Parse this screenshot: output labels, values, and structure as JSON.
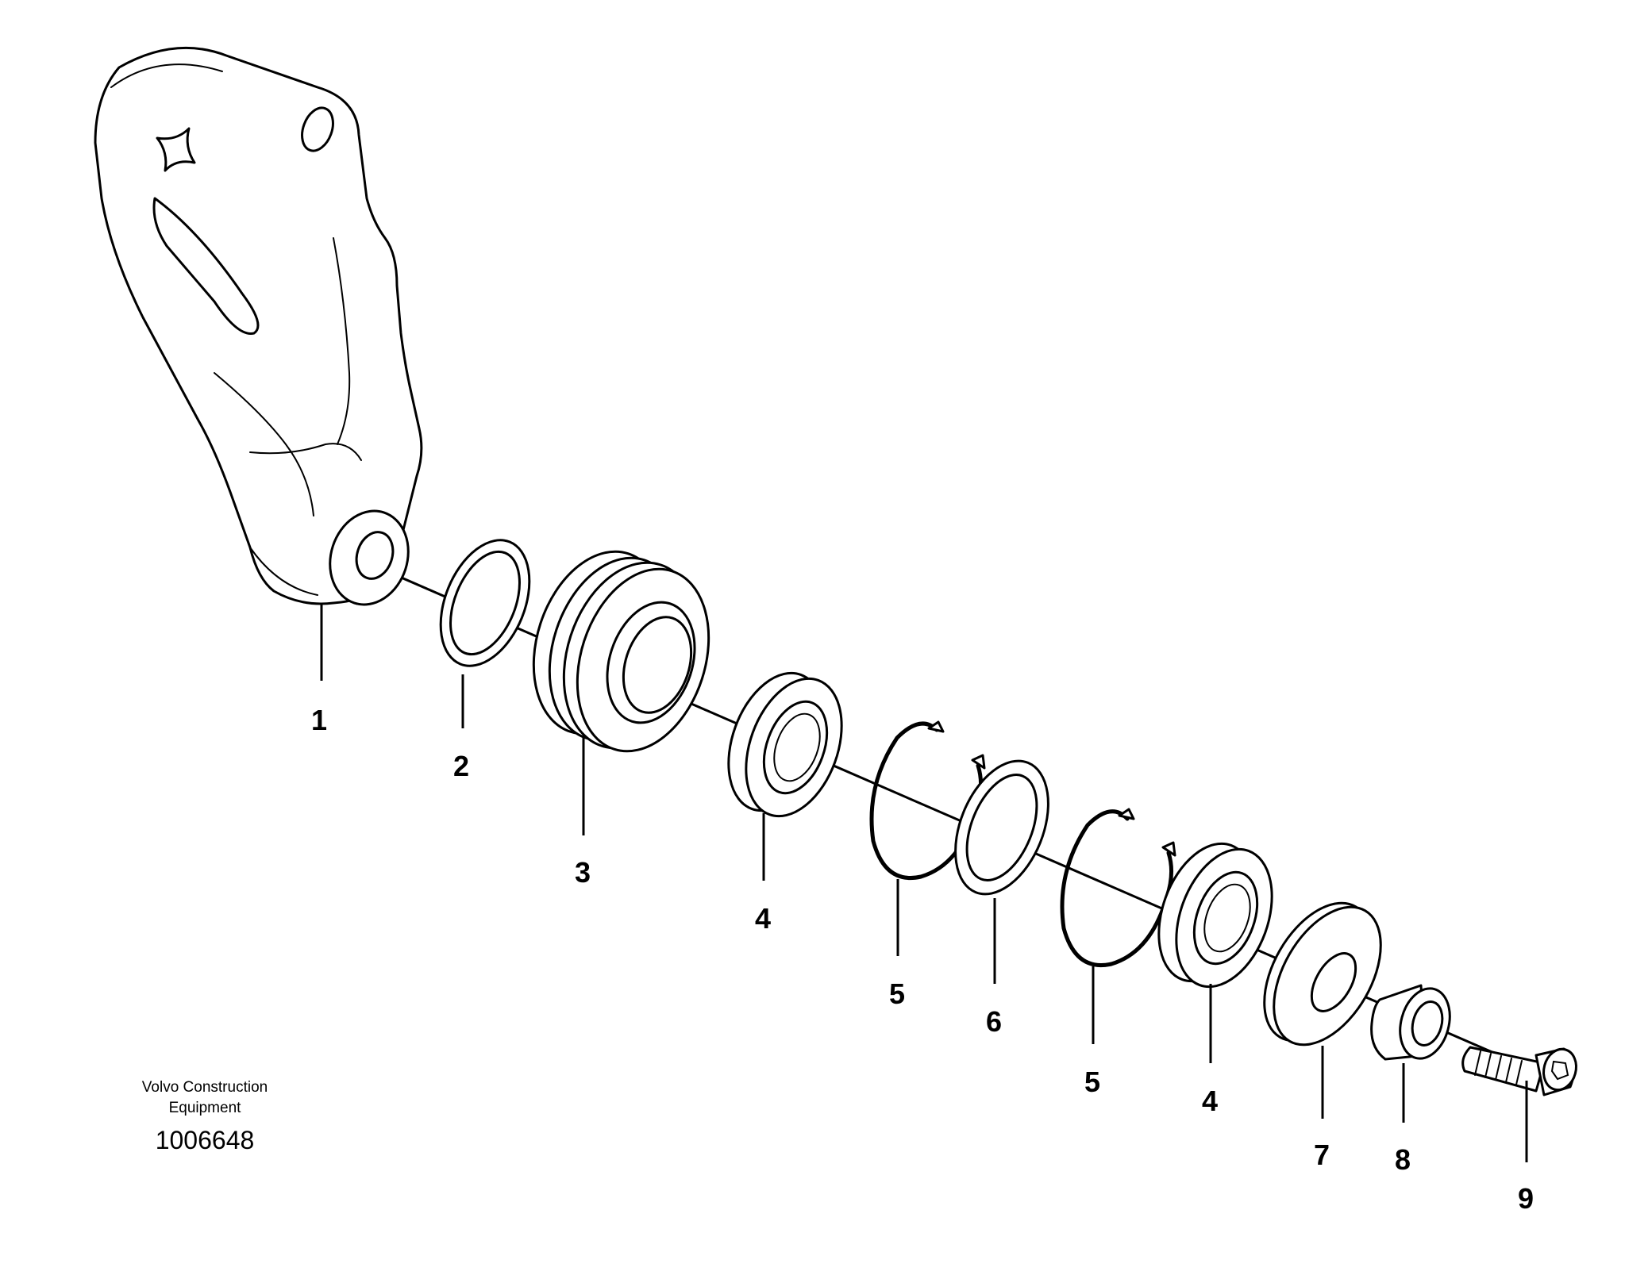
{
  "brand": {
    "line1": "Volvo Construction",
    "line2": "Equipment"
  },
  "document_number": "1006648",
  "callouts": [
    "1",
    "2",
    "3",
    "4",
    "5",
    "6",
    "5",
    "4",
    "7",
    "8",
    "9"
  ],
  "parts": [
    {
      "label": "1",
      "icon": "bracket-arm"
    },
    {
      "label": "2",
      "icon": "thin-washer"
    },
    {
      "label": "3",
      "icon": "grooved-pulley"
    },
    {
      "label": "4",
      "icon": "roller-bearing"
    },
    {
      "label": "5",
      "icon": "circlip"
    },
    {
      "label": "6",
      "icon": "spacer-ring"
    },
    {
      "label": "7",
      "icon": "thick-washer"
    },
    {
      "label": "8",
      "icon": "bushing"
    },
    {
      "label": "9",
      "icon": "socket-head-screw"
    }
  ],
  "colors": {
    "line": "#000000",
    "background": "#ffffff"
  }
}
